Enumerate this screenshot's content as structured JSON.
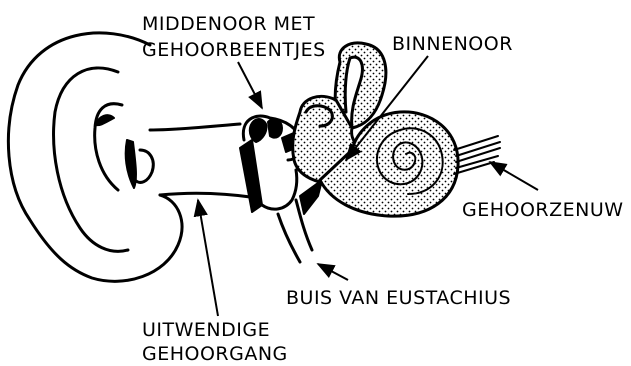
{
  "labels": {
    "middle_ear_line1": "MIDDENOOR MET",
    "middle_ear_line2": "GEHOORBEENTJES",
    "inner_ear": "BINNENOOR",
    "auditory_nerve": "GEHOORZENUW",
    "eustachian_tube": "BUIS VAN EUSTACHIUS",
    "outer_canal_line1": "UITWENDIGE",
    "outer_canal_line2": "GEHOORGANG"
  }
}
